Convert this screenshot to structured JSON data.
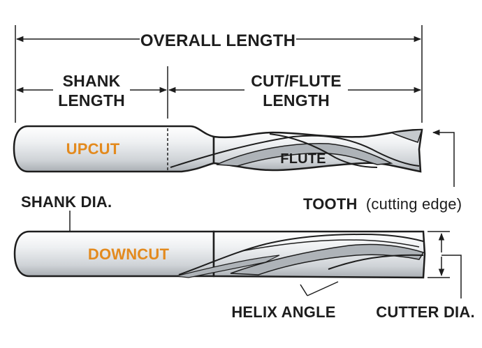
{
  "labels": {
    "overall_length": "OVERALL LENGTH",
    "shank_length_line1": "SHANK",
    "shank_length_line2": "LENGTH",
    "cut_flute_length_line1": "CUT/FLUTE",
    "cut_flute_length_line2": "LENGTH",
    "upcut": "UPCUT",
    "flute": "FLUTE",
    "shank_dia": "SHANK DIA.",
    "tooth": "TOOTH",
    "tooth_note": "(cutting edge)",
    "downcut": "DOWNCUT",
    "helix_angle": "HELIX ANGLE",
    "cutter_dia": "CUTTER DIA."
  },
  "colors": {
    "accent": "#e38a1e",
    "outline": "#1d1d1d",
    "metal_light": "#f2f3f4",
    "metal_mid": "#d4d7da",
    "metal_dark": "#9ea3a8"
  },
  "icons": {
    "arrows": "dimension-arrow"
  }
}
